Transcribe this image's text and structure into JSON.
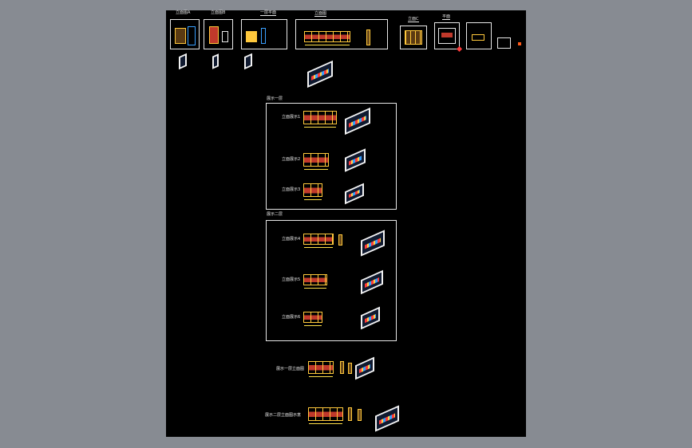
{
  "app": {
    "background_color": "#878b92",
    "sheet_color": "#000000",
    "line_color": "#e8e8e8",
    "accent_colors": [
      "#ffc83c",
      "#c0392b",
      "#3aa0ff",
      "#ff3b3b"
    ]
  },
  "top_row": {
    "labels": [
      "立面图A",
      "立面图B",
      "一层平面",
      "立面图",
      "立面C",
      "平面",
      "",
      ""
    ]
  },
  "section1": {
    "title": "展示一层",
    "rows": [
      "立面展示1",
      "立面展示2",
      "立面展示3"
    ]
  },
  "section2": {
    "title": "展示二层",
    "rows": [
      "立面展示4",
      "立面展示5",
      "立面展示6"
    ]
  },
  "bottom": {
    "rows": [
      "展示一层立面图",
      "展示二层立面图示意"
    ]
  }
}
